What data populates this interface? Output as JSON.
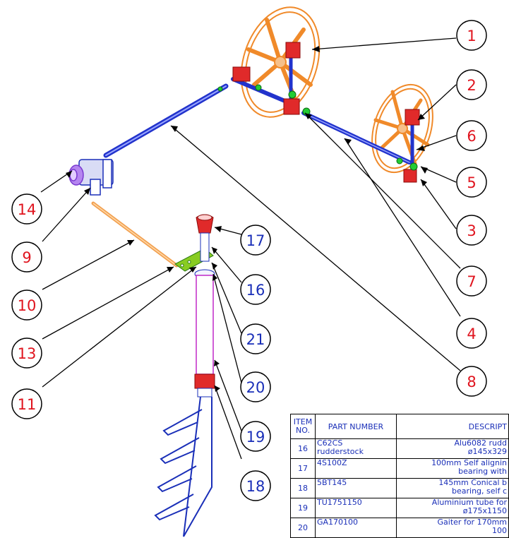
{
  "balloons": [
    {
      "id": "b1",
      "num": "1",
      "color": "#e0141e"
    },
    {
      "id": "b2",
      "num": "2",
      "color": "#e0141e"
    },
    {
      "id": "b6",
      "num": "6",
      "color": "#e0141e"
    },
    {
      "id": "b5",
      "num": "5",
      "color": "#e0141e"
    },
    {
      "id": "b3",
      "num": "3",
      "color": "#e0141e"
    },
    {
      "id": "b7",
      "num": "7",
      "color": "#e0141e"
    },
    {
      "id": "b4",
      "num": "4",
      "color": "#e0141e"
    },
    {
      "id": "b8",
      "num": "8",
      "color": "#e0141e"
    },
    {
      "id": "b14",
      "num": "14",
      "color": "#e0141e"
    },
    {
      "id": "b9",
      "num": "9",
      "color": "#e0141e"
    },
    {
      "id": "b10",
      "num": "10",
      "color": "#e0141e"
    },
    {
      "id": "b13",
      "num": "13",
      "color": "#e0141e"
    },
    {
      "id": "b11",
      "num": "11",
      "color": "#e0141e"
    },
    {
      "id": "b17",
      "num": "17",
      "color": "#1a2fb8"
    },
    {
      "id": "b16",
      "num": "16",
      "color": "#1a2fb8"
    },
    {
      "id": "b21",
      "num": "21",
      "color": "#1a2fb8"
    },
    {
      "id": "b20",
      "num": "20",
      "color": "#1a2fb8"
    },
    {
      "id": "b19",
      "num": "19",
      "color": "#1a2fb8"
    },
    {
      "id": "b18",
      "num": "18",
      "color": "#1a2fb8"
    }
  ],
  "bom": {
    "headers": {
      "item": "ITEM\nNO.",
      "part": "PART NUMBER",
      "desc": "DESCRIPT"
    },
    "rows": [
      {
        "item": "16",
        "part": "C62CS\nrudderstock",
        "desc": "Alu6082 rudd\nø145x329"
      },
      {
        "item": "17",
        "part": "4S100Z",
        "desc": "100mm Self alignin\nbearing with"
      },
      {
        "item": "18",
        "part": "5BT145",
        "desc": "145mm Conical b\nbearing, self c"
      },
      {
        "item": "19",
        "part": "TU1751150",
        "desc": "Aluminium tube for\nø175x1150"
      },
      {
        "item": "20",
        "part": "GA170100",
        "desc": "Gaiter for 170mm\n100"
      }
    ]
  },
  "colors": {
    "balloon_red": "#e0141e",
    "balloon_blue": "#1a2fb8",
    "wheel": "#f08a2a",
    "shaft": "#2233cc",
    "bearing": "#e02a2a",
    "fitting": "#22cc33",
    "tie_rod": "#f2a050",
    "tiller_arm": "#88cc22",
    "purple": "#a060e0"
  }
}
